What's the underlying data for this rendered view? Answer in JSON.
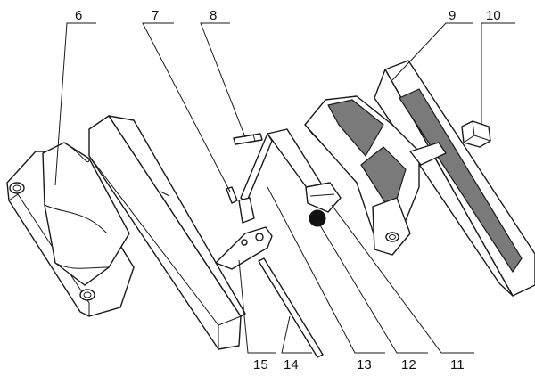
{
  "diagram": {
    "callouts": [
      {
        "id": "c6",
        "label": "6"
      },
      {
        "id": "c7",
        "label": "7"
      },
      {
        "id": "c8",
        "label": "8"
      },
      {
        "id": "c9",
        "label": "9"
      },
      {
        "id": "c10",
        "label": "10"
      },
      {
        "id": "c15",
        "label": "15"
      },
      {
        "id": "c14",
        "label": "14"
      },
      {
        "id": "c13",
        "label": "13"
      },
      {
        "id": "c12",
        "label": "12"
      },
      {
        "id": "c11",
        "label": "11"
      }
    ]
  }
}
